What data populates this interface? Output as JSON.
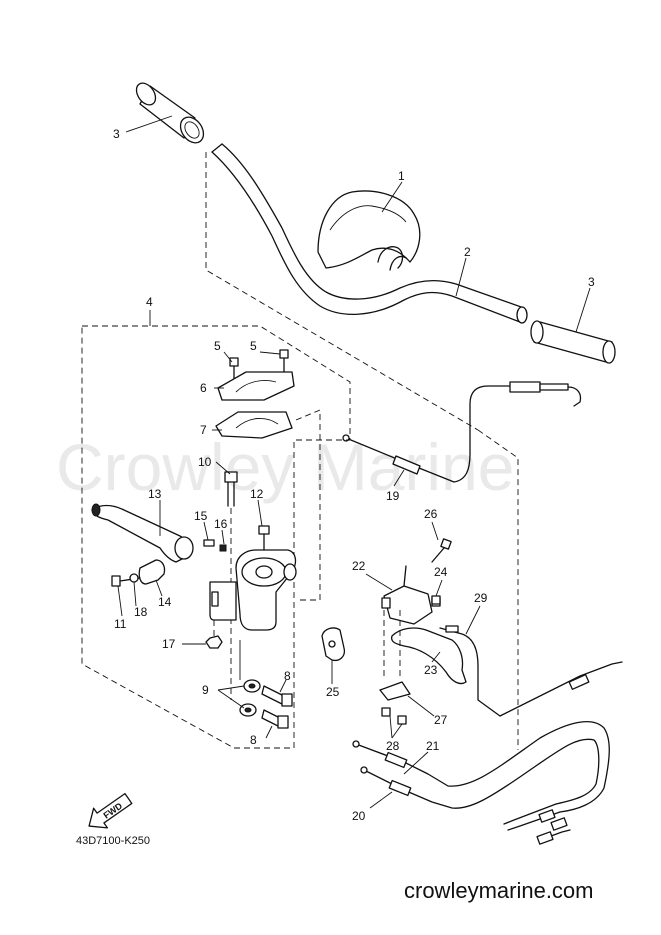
{
  "watermark": "Crowley Marine",
  "drawing_code": "43D7100-K250",
  "website": "crowleymarine.com",
  "fwd_label": "FWD",
  "callouts": {
    "c1": "1",
    "c2": "2",
    "c3a": "3",
    "c3b": "3",
    "c4": "4",
    "c5a": "5",
    "c5b": "5",
    "c6": "6",
    "c7": "7",
    "c8a": "8",
    "c8b": "8",
    "c9": "9",
    "c10": "10",
    "c11": "11",
    "c12": "12",
    "c13": "13",
    "c14": "14",
    "c15": "15",
    "c16": "16",
    "c17": "17",
    "c18": "18",
    "c19": "19",
    "c20": "20",
    "c21": "21",
    "c22": "22",
    "c23": "23",
    "c24": "24",
    "c25": "25",
    "c26": "26",
    "c27": "27",
    "c28": "28",
    "c29": "29"
  }
}
